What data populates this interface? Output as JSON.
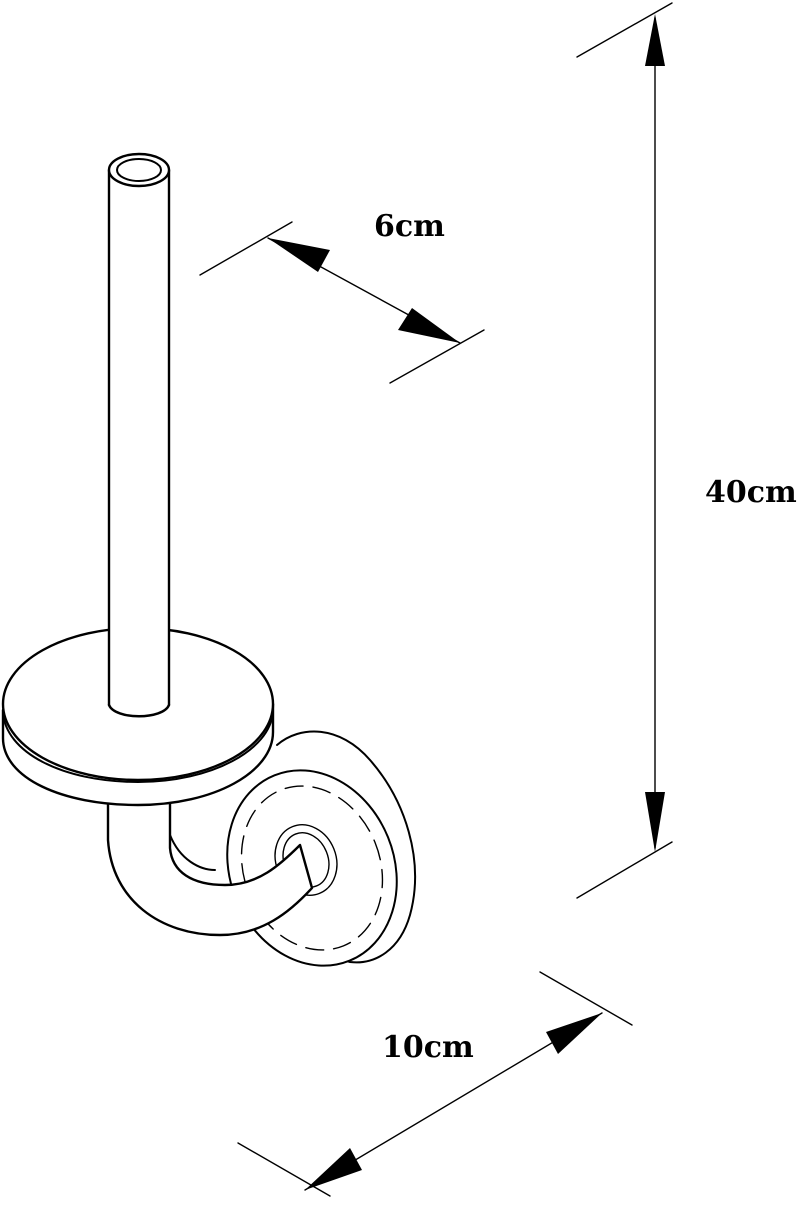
{
  "dimensions": {
    "depth_label": "6cm",
    "height_label": "40cm",
    "width_label": "10cm"
  },
  "colors": {
    "line": "#000000",
    "background": "#ffffff"
  }
}
